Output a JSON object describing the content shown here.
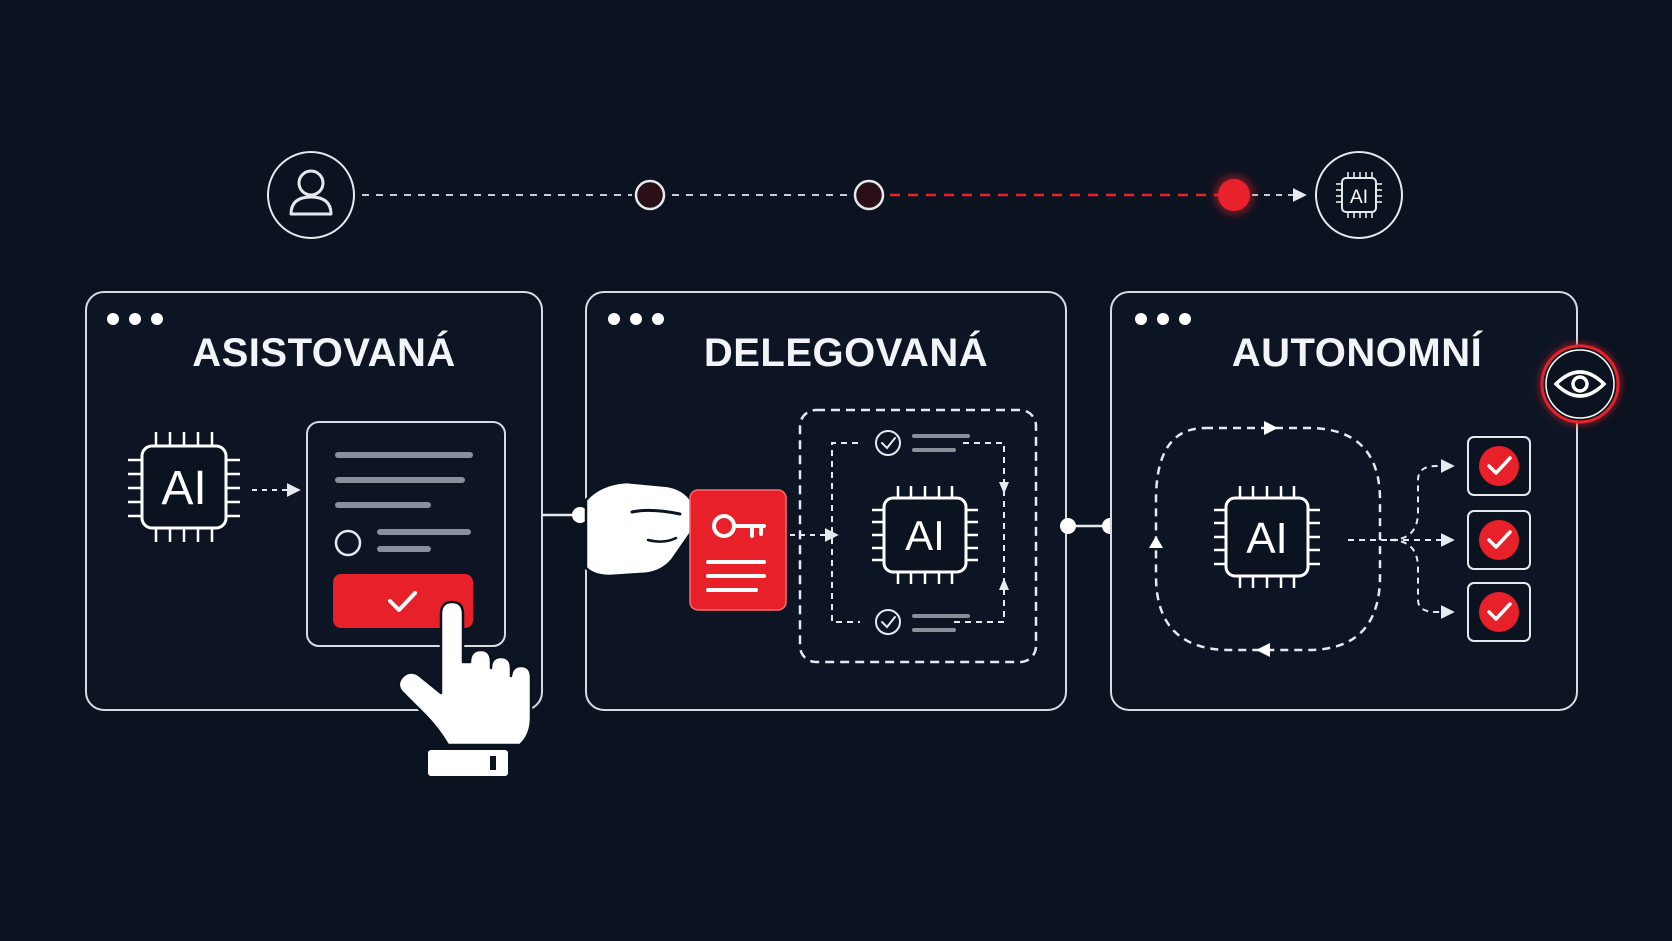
{
  "panels": [
    {
      "title": "ASISTOVANÁ"
    },
    {
      "title": "DELEGOVANÁ"
    },
    {
      "title": "AUTONOMNÍ"
    }
  ],
  "chips": {
    "label": "AI"
  },
  "timeline": {
    "steps": 3,
    "active_step": 3
  },
  "colors": {
    "background": "#0b1220",
    "accent": "#e8202a",
    "line": "#e6e9ee",
    "panel_border": "#d8dbe0"
  },
  "icons": {
    "start": "user-icon",
    "end": "ai-chip-icon",
    "monitor": "eye-icon",
    "credential": "key-icon",
    "confirm": "checkmark-icon",
    "pointer": "hand-pointer-icon",
    "handover": "hand-giving-icon"
  }
}
